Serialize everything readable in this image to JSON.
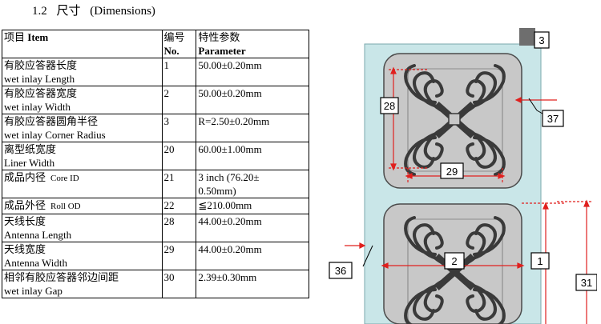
{
  "section": {
    "number": "1.2",
    "title_zh": "尺寸",
    "title_en": "(Dimensions)"
  },
  "table": {
    "headers": {
      "item_zh": "项目",
      "item_en": "Item",
      "no_zh": "编号",
      "no_en": "No.",
      "param_zh": "特性参数",
      "param_en": "Parameter"
    },
    "rows": [
      {
        "zh": "有胶应答器长度",
        "en": "wet inlay Length",
        "no": "1",
        "param": "50.00±0.20mm"
      },
      {
        "zh": "有胶应答器宽度",
        "en": "wet inlay Width",
        "no": "2",
        "param": "50.00±0.20mm"
      },
      {
        "zh": "有胶应答器圆角半径",
        "en": "wet inlay Corner Radius",
        "no": "3",
        "param": "R=2.50±0.20mm"
      },
      {
        "zh": "离型纸宽度",
        "en": "Liner Width",
        "no": "20",
        "param": "60.00±1.00mm"
      },
      {
        "zh": "成品内径",
        "en": "Core ID",
        "no": "21",
        "param": "3 inch (76.20±",
        "param2": "0.50mm)"
      },
      {
        "zh": "成品外径",
        "en": "Roll OD",
        "no": "22",
        "param": "≦210.00mm"
      },
      {
        "zh": "天线长度",
        "en": "Antenna Length",
        "no": "28",
        "param": "44.00±0.20mm"
      },
      {
        "zh": "天线宽度",
        "en": "Antenna Width",
        "no": "29",
        "param": "44.00±0.20mm"
      },
      {
        "zh": "相邻有胶应答器邻边间距",
        "en": "wet inlay Gap",
        "no": "30",
        "param": "2.39±0.30mm"
      }
    ]
  },
  "diagram": {
    "callouts": {
      "c3": "3",
      "c28": "28",
      "c29": "29",
      "c37": "37",
      "c2": "2",
      "c1": "1",
      "c36": "36",
      "c31": "31"
    },
    "colors": {
      "liner": "#c9e6e8",
      "inlay": "#c8c8c8",
      "antenna": "#3a3a3a",
      "dim": "#e0201e"
    }
  }
}
